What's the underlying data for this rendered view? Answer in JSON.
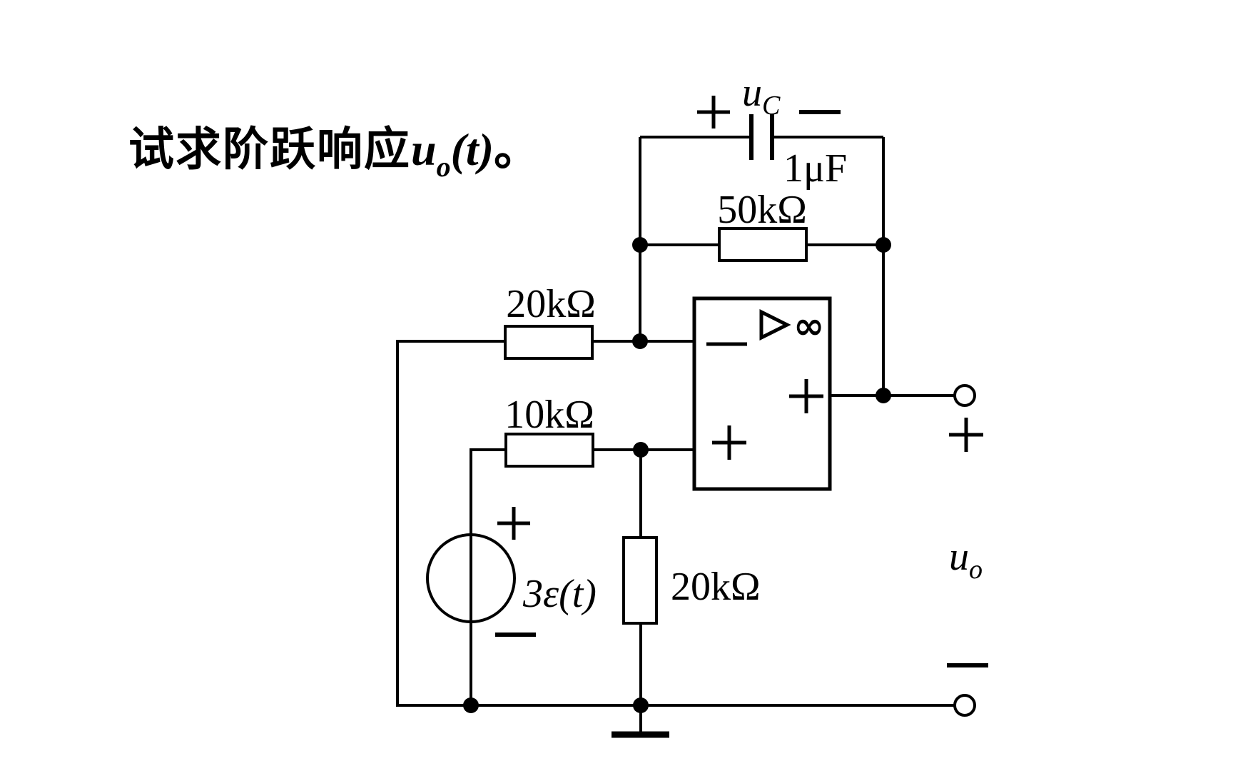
{
  "title": {
    "text": "试求阶跃响应",
    "math_var": "u",
    "math_sub": "o",
    "math_tail": "(t)",
    "period": "。"
  },
  "capacitor": {
    "voltage_var": "u",
    "voltage_sub": "C",
    "value": "1μF",
    "plus": "+",
    "minus": "−"
  },
  "resistors": {
    "feedback": "50kΩ",
    "inverting_input": "20kΩ",
    "noninverting_input": "10kΩ",
    "to_ground": "20kΩ"
  },
  "source": {
    "value": "3ε(t)",
    "plus": "+",
    "minus": "−"
  },
  "opamp": {
    "gain": "∞",
    "inverting_mark": "−",
    "noninverting_mark": "+",
    "output_mark": "+"
  },
  "output": {
    "voltage_var": "u",
    "voltage_sub": "o",
    "plus": "+",
    "minus": "−"
  },
  "colors": {
    "ink": "#000000",
    "background": "#ffffff"
  }
}
